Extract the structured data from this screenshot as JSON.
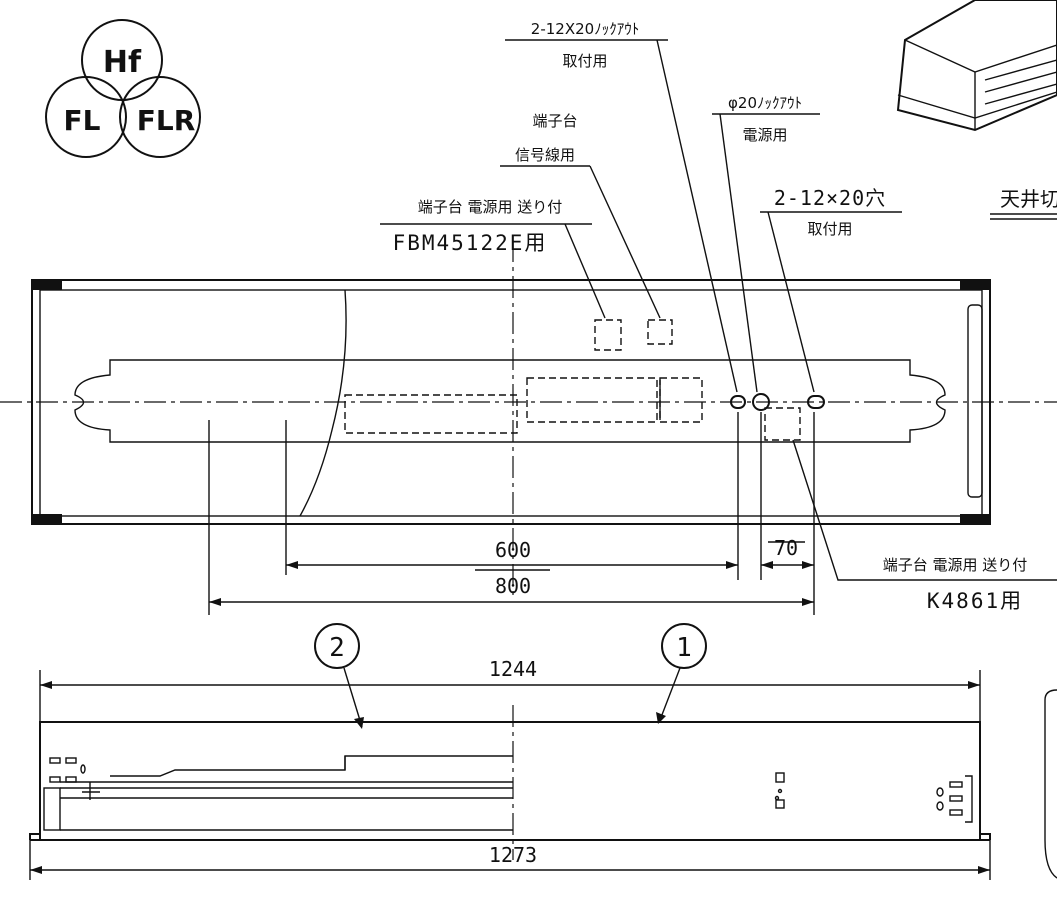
{
  "logo": {
    "top": "Hf",
    "left": "FL",
    "right": "FLR"
  },
  "labels": {
    "knockout_2_12x20": "2-12X20ﾉｯｸｱｳﾄ",
    "for_mounting_1": "取付用",
    "terminal_block_a": "端子台",
    "for_signal_wire": "信号線用",
    "knockout_phi20": "φ20ﾉｯｸｱｳﾄ",
    "for_power_1": "電源用",
    "terminal_power_feed_1": "端子台 電源用 送り付",
    "model_fbm": "FBM45122E用",
    "holes_2_12x20": "2-12×20穴",
    "for_mounting_2": "取付用",
    "ceiling_cut": "天井切",
    "terminal_power_feed_2": "端子台 電源用 送り付",
    "model_k4861": "K4861用"
  },
  "dimensions": {
    "d600": "600",
    "d70": "70",
    "d800": "800",
    "d1244": "1244",
    "d1273": "1273"
  },
  "callouts": {
    "c1": "1",
    "c2": "2"
  }
}
